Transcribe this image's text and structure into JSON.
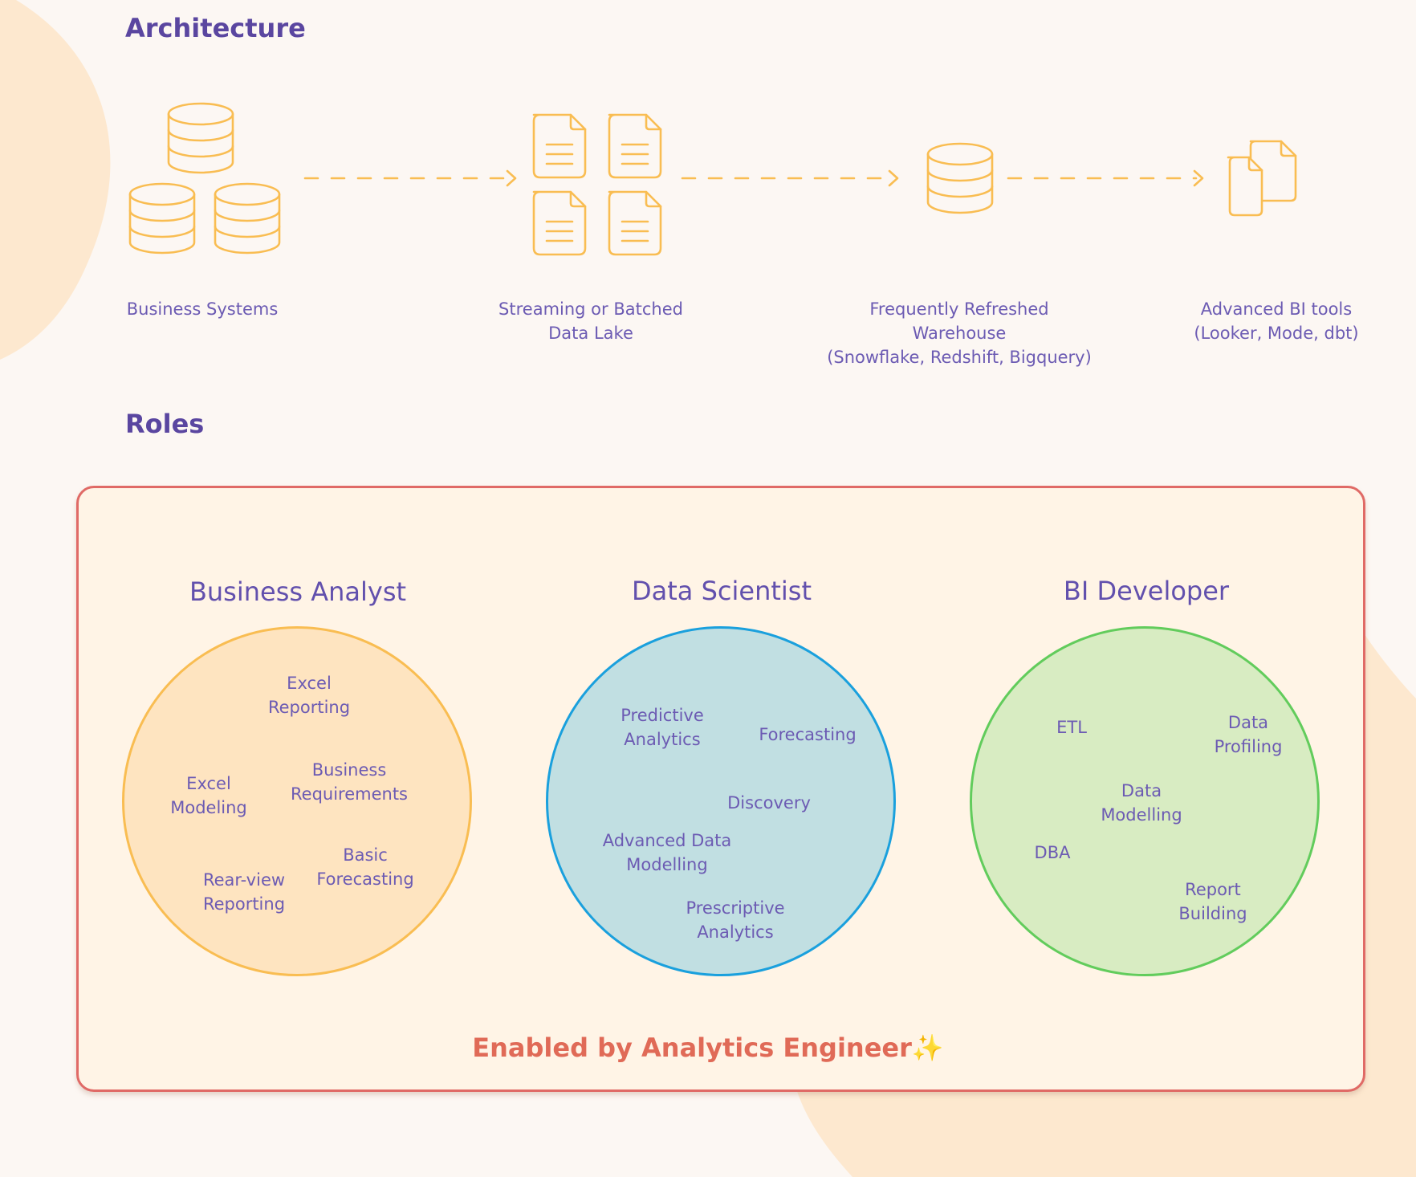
{
  "sections": {
    "architecture_title": "Architecture",
    "roles_title": "Roles"
  },
  "pipeline": [
    {
      "icon": "database-cluster-icon",
      "lines": [
        "Business Systems"
      ]
    },
    {
      "icon": "documents-grid-icon",
      "lines": [
        "Streaming or Batched",
        "Data Lake"
      ]
    },
    {
      "icon": "database-icon",
      "lines": [
        "Frequently Refreshed",
        "Warehouse",
        "(Snowflake, Redshift, Bigquery)"
      ]
    },
    {
      "icon": "copy-documents-icon",
      "lines": [
        "Advanced BI tools",
        "(Looker, Mode, dbt)"
      ]
    }
  ],
  "roles": [
    {
      "title": "Business Analyst",
      "skills": [
        [
          "Excel",
          "Reporting"
        ],
        [
          "Excel",
          "Modeling"
        ],
        [
          "Business",
          "Requirements"
        ],
        [
          "Basic",
          "Forecasting"
        ],
        [
          "Rear-view",
          "Reporting"
        ]
      ]
    },
    {
      "title": "Data Scientist",
      "skills": [
        [
          "Predictive",
          "Analytics"
        ],
        [
          "Forecasting"
        ],
        [
          "Discovery"
        ],
        [
          "Advanced Data",
          "Modelling"
        ],
        [
          "Prescriptive",
          "Analytics"
        ]
      ]
    },
    {
      "title": "BI Developer",
      "skills": [
        [
          "ETL"
        ],
        [
          "Data",
          "Profiling"
        ],
        [
          "Data",
          "Modelling"
        ],
        [
          "DBA"
        ],
        [
          "Report",
          "Building"
        ]
      ]
    }
  ],
  "footer": {
    "text": "Enabled by Analytics Engineer",
    "emoji": "✨"
  },
  "colors": {
    "heading": "#5a46a0",
    "icon_stroke": "#f9bd52",
    "box_border": "#e06a66",
    "analyst_fill": "#fee4c0",
    "analyst_stroke": "#f9bd52",
    "scientist_fill": "#c1dfe2",
    "scientist_stroke": "#1aa0dd",
    "developer_fill": "#d8ecc2",
    "developer_stroke": "#62cc5c"
  }
}
